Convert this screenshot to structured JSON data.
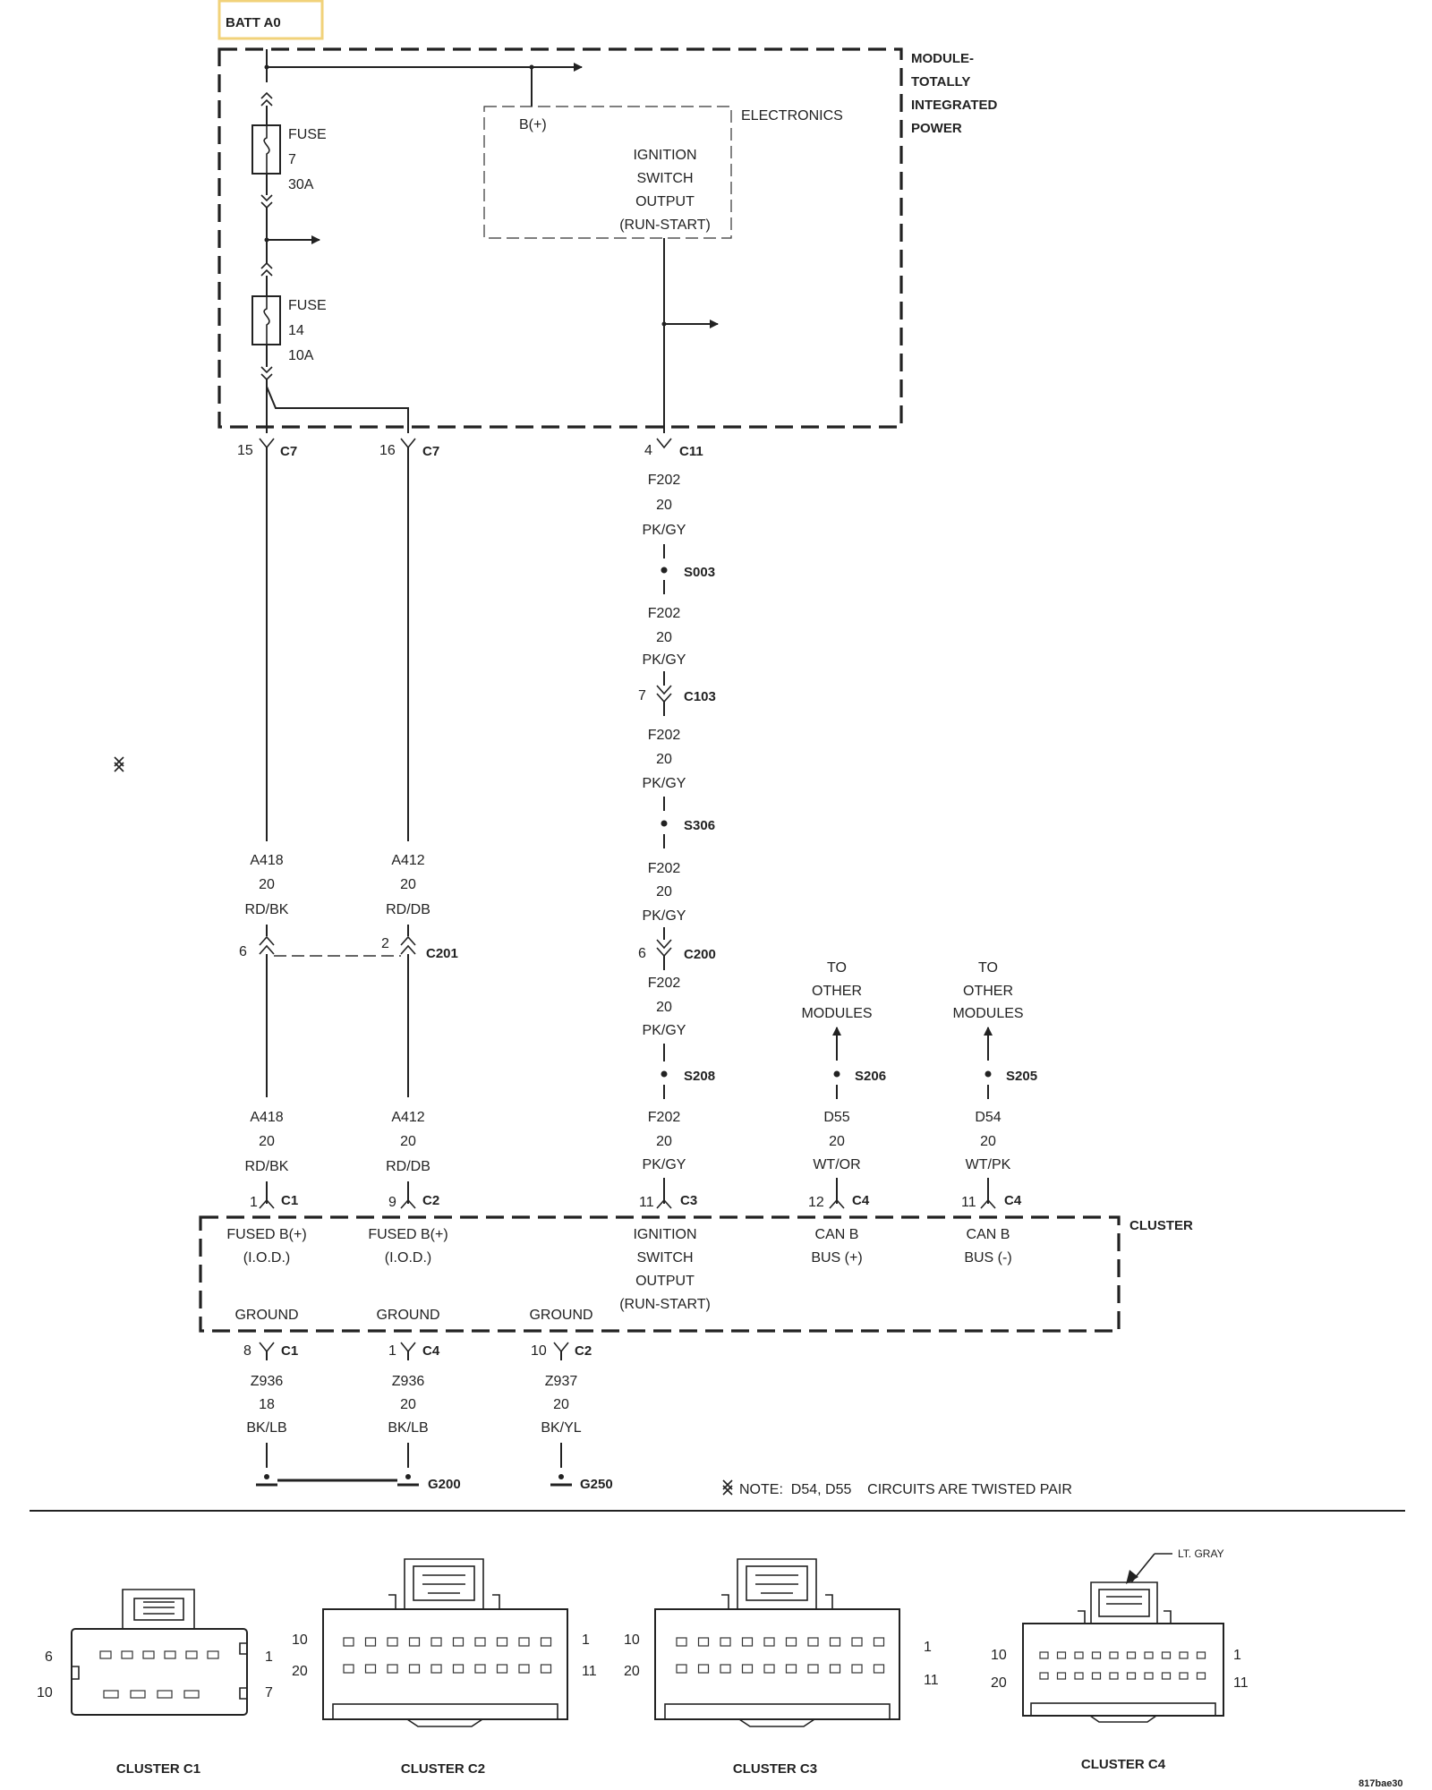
{
  "battery_label": "BATT A0",
  "module": {
    "title_lines": [
      "MODULE-",
      "TOTALLY",
      "INTEGRATED",
      "POWER"
    ],
    "electronics_label": "ELECTRONICS",
    "b_plus": "B(+)",
    "ignition_lines": [
      "IGNITION",
      "SWITCH",
      "OUTPUT",
      "(RUN-START)"
    ],
    "fuse_word": "FUSE",
    "fuses": [
      {
        "number": "7",
        "rating": "30A"
      },
      {
        "number": "14",
        "rating": "10A"
      }
    ]
  },
  "connectors": {
    "c7_left": {
      "pin": "15",
      "name": "C7"
    },
    "c7_right": {
      "pin": "16",
      "name": "C7"
    },
    "c11": {
      "pin": "4",
      "name": "C11"
    },
    "c103": {
      "pin": "7",
      "name": "C103"
    },
    "c200": {
      "pin": "6",
      "name": "C200"
    },
    "c201_left_pin": "6",
    "c201_right_pin": "2",
    "c201_name": "C201"
  },
  "splices": {
    "s003": "S003",
    "s306": "S306",
    "s208": "S208",
    "s206": "S206",
    "s205": "S205"
  },
  "wires": {
    "a418": {
      "circuit": "A418",
      "gauge": "20",
      "color": "RD/BK"
    },
    "a412": {
      "circuit": "A412",
      "gauge": "20",
      "color": "RD/DB"
    },
    "f202": {
      "circuit": "F202",
      "gauge": "20",
      "color": "PK/GY"
    },
    "d55": {
      "circuit": "D55",
      "gauge": "20",
      "color": "WT/OR"
    },
    "d54": {
      "circuit": "D54",
      "gauge": "20",
      "color": "WT/PK"
    },
    "z936a": {
      "circuit": "Z936",
      "gauge": "18",
      "color": "BK/LB"
    },
    "z936b": {
      "circuit": "Z936",
      "gauge": "20",
      "color": "BK/LB"
    },
    "z937": {
      "circuit": "Z937",
      "gauge": "20",
      "color": "BK/YL"
    }
  },
  "to_other": [
    "TO",
    "OTHER",
    "MODULES"
  ],
  "cluster": {
    "label": "CLUSTER",
    "top_pins": [
      {
        "pin": "1",
        "conn": "C1"
      },
      {
        "pin": "9",
        "conn": "C2"
      },
      {
        "pin": "11",
        "conn": "C3"
      },
      {
        "pin": "12",
        "conn": "C4"
      },
      {
        "pin": "11",
        "conn": "C4"
      }
    ],
    "fused_lines": [
      "FUSED B(+)",
      "(I.O.D.)"
    ],
    "ign_lines": [
      "IGNITION",
      "SWITCH",
      "OUTPUT",
      "(RUN-START)"
    ],
    "canp_lines": [
      "CAN B",
      "BUS (+)"
    ],
    "canm_lines": [
      "CAN B",
      "BUS (-)"
    ],
    "ground": "GROUND",
    "bottom_pins": [
      {
        "pin": "8",
        "conn": "C1"
      },
      {
        "pin": "1",
        "conn": "C4"
      },
      {
        "pin": "10",
        "conn": "C2"
      }
    ]
  },
  "grounds": {
    "g200": "G200",
    "g250": "G250"
  },
  "note": "NOTE:  D54, D55    CIRCUITS ARE TWISTED PAIR",
  "connector_views": [
    {
      "title": "CLUSTER C1",
      "tl": "6",
      "tr": "1",
      "bl": "10",
      "br": "7"
    },
    {
      "title": "CLUSTER C2",
      "tl": "10",
      "tr": "1",
      "bl": "20",
      "br": "11"
    },
    {
      "title": "CLUSTER C3",
      "tl": "10",
      "tr": "1",
      "bl": "20",
      "br": "11"
    },
    {
      "title": "CLUSTER C4",
      "tl": "10",
      "tr": "1",
      "bl": "20",
      "br": "11",
      "callout": "LT. GRAY"
    }
  ],
  "figure_id": "817bae30"
}
